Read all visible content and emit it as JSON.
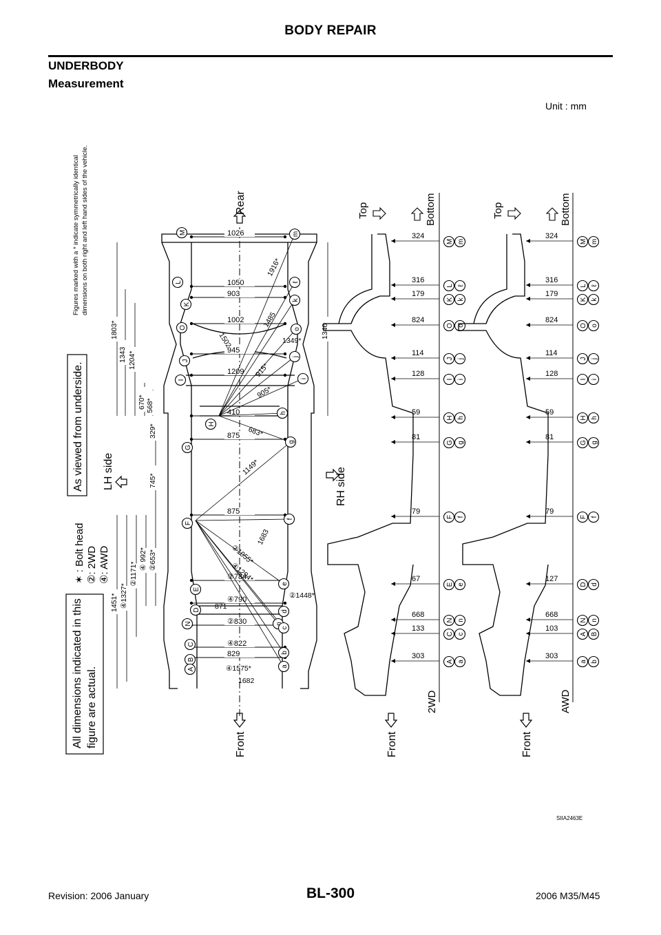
{
  "header": {
    "title": "BODY REPAIR"
  },
  "section": {
    "title": "UNDERBODY",
    "subtitle": "Measurement"
  },
  "figure": {
    "unit": "Unit : mm",
    "note_box_1": [
      "All dimensions indicated in this",
      "figure are actual."
    ],
    "legend": [
      "✶ : Bolt head",
      "②: 2WD",
      "④: AWD"
    ],
    "note_box_2": "As viewed from underside.",
    "lh_side": "LH side",
    "rh_side": "RH side",
    "front": "Front",
    "rear": "Rear",
    "top": "Top",
    "bottom": "Bottom",
    "variant_2wd": "2WD",
    "variant_awd": "AWD",
    "symmetry_note": [
      "Figures marked with a * indicate symmetrically identical",
      "dimensions on both right and left hand sides of the vehicle."
    ],
    "caption": "SIIA2463E",
    "plan_widths": [
      {
        "pt": "M",
        "v": "1026"
      },
      {
        "pt": "L",
        "v": "1050"
      },
      {
        "pt": "K",
        "v": "903"
      },
      {
        "pt": "O",
        "v": "1002"
      },
      {
        "pt": "J",
        "v": "945"
      },
      {
        "pt": "I",
        "v": "1209"
      },
      {
        "pt": "H",
        "v": "410"
      },
      {
        "pt": "G",
        "v": "875"
      },
      {
        "pt": "F",
        "v": "875"
      },
      {
        "pt": "E",
        "v": "②784"
      },
      {
        "pt": "D",
        "v": "④790"
      },
      {
        "pt": "N",
        "v": "②830"
      },
      {
        "pt": "C",
        "v": "④822"
      },
      {
        "pt": "B",
        "v": "829"
      }
    ],
    "plan_longitudinal": [
      "1803*",
      "1343",
      "1204*",
      "670*",
      "568*",
      "329*",
      "745*",
      "1451*",
      "④1327*",
      "②1171*",
      "④ 992*",
      "②653*",
      "1340"
    ],
    "plan_diagonals": [
      "1916*",
      "1485",
      "1502",
      "1349*",
      "915*",
      "905*",
      "683*",
      "1149*",
      "1683",
      "②1055*",
      "④1294*",
      "②1448*",
      "871",
      "④1575*",
      "1682"
    ],
    "side_2wd": [
      {
        "pts": [
          "M",
          "m"
        ],
        "v": "324"
      },
      {
        "pts": [
          "L",
          "ℓ"
        ],
        "v": "316"
      },
      {
        "pts": [
          "K",
          "k"
        ],
        "v": "179"
      },
      {
        "pts": [
          "O",
          "o"
        ],
        "v": "824"
      },
      {
        "pts": [
          "J",
          "j"
        ],
        "v": "114"
      },
      {
        "pts": [
          "I",
          "i"
        ],
        "v": "128"
      },
      {
        "pts": [
          "H",
          "h"
        ],
        "v": "59"
      },
      {
        "pts": [
          "G",
          "g"
        ],
        "v": "81"
      },
      {
        "pts": [
          "F",
          "f"
        ],
        "v": "79"
      },
      {
        "pts": [
          "E",
          "e"
        ],
        "v": "67"
      },
      {
        "pts": [
          "N",
          "n"
        ],
        "v": "668"
      },
      {
        "pts": [
          "C",
          "c"
        ],
        "v": "133"
      },
      {
        "pts": [
          "A",
          "a"
        ],
        "v": "303"
      }
    ],
    "side_awd": [
      {
        "pts": [
          "M",
          "m"
        ],
        "v": "324"
      },
      {
        "pts": [
          "L",
          "ℓ"
        ],
        "v": "316"
      },
      {
        "pts": [
          "K",
          "k"
        ],
        "v": "179"
      },
      {
        "pts": [
          "O",
          "o"
        ],
        "v": "824"
      },
      {
        "pts": [
          "J",
          "j"
        ],
        "v": "114"
      },
      {
        "pts": [
          "I",
          "i"
        ],
        "v": "128"
      },
      {
        "pts": [
          "H",
          "h"
        ],
        "v": "59"
      },
      {
        "pts": [
          "G",
          "g"
        ],
        "v": "81"
      },
      {
        "pts": [
          "F",
          "f"
        ],
        "v": "79"
      },
      {
        "pts": [
          "D",
          "d"
        ],
        "v": "127"
      },
      {
        "pts": [
          "N",
          "n"
        ],
        "v": "668"
      },
      {
        "pts": [
          "A",
          "B"
        ],
        "v": "103"
      },
      {
        "pts": [
          "a",
          "b"
        ],
        "v": "303"
      }
    ]
  },
  "footer": {
    "left": "Revision: 2006 January",
    "page": "BL-300",
    "right": "2006 M35/M45"
  }
}
